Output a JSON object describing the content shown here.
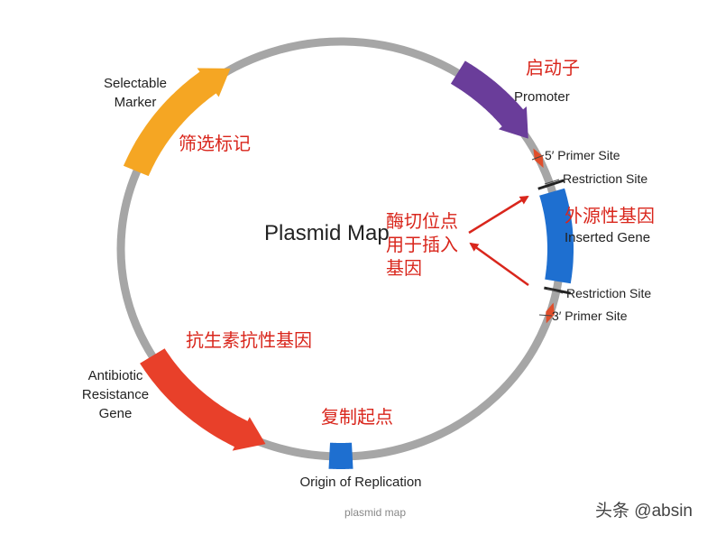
{
  "title": "Plasmid Map",
  "caption": "plasmid map",
  "watermark": "头条 @absin",
  "colors": {
    "ring": "#a6a6a6",
    "promoter": "#6a3d9a",
    "marker": "#f5a623",
    "resistance": "#e8402a",
    "gene": "#1e6fd0",
    "origin": "#1e6fd0",
    "primer": "#e04e2b",
    "cn_text": "#d9261c"
  },
  "features": {
    "selectable_marker": {
      "label_line1": "Selectable",
      "label_line2": "Marker",
      "cn": "筛选标记"
    },
    "promoter": {
      "label": "Promoter",
      "cn": "启动子"
    },
    "primer_5": {
      "label": "5′ Primer Site"
    },
    "restriction_1": {
      "label": "Restriction Site"
    },
    "inserted_gene": {
      "label": "Inserted Gene",
      "cn": "外源性基因"
    },
    "restriction_2": {
      "label": "Restriction Site"
    },
    "primer_3": {
      "label": "3′ Primer Site"
    },
    "resistance": {
      "label_line1": "Antibiotic",
      "label_line2": "Resistance",
      "label_line3": "Gene",
      "cn": "抗生素抗性基因"
    },
    "origin": {
      "label": "Origin of Replication",
      "cn": "复制起点"
    }
  },
  "annotation": {
    "line1": "酶切位点",
    "line2": "用于插入",
    "line3": "基因"
  }
}
